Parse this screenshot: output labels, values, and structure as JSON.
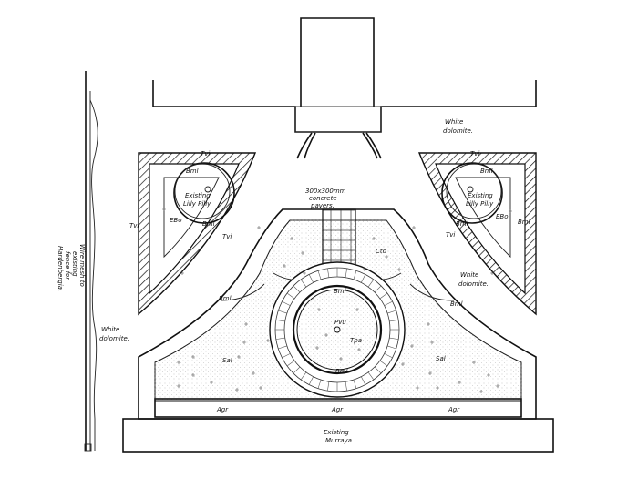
{
  "labels": {
    "white_dolomite_top_right": [
      "White",
      "dolomite."
    ],
    "white_dolomite_mid_right": [
      "White",
      "dolomite."
    ],
    "white_dolomite_left": [
      "White",
      "dolomite."
    ],
    "pavers": [
      "300x300mm",
      "concrete",
      "pavers."
    ],
    "existing_lilly_pilly_left": [
      "Existing",
      "Lilly Pilly"
    ],
    "existing_lilly_pilly_right": [
      "Existing",
      "Lilly Pilly"
    ],
    "wire_mesh": [
      "Wire mesh to",
      "existing",
      "fence for",
      "Hardenbergia."
    ],
    "existing_murraya": [
      "Existing",
      "Murraya"
    ]
  },
  "plant_codes": {
    "tvi": "Tvi",
    "bml": "Bml",
    "ebo": "EBo",
    "cto": "Cto",
    "sal": "Sal",
    "agr": "Agr",
    "pvu": "Pvu",
    "tpa": "Tpa"
  }
}
